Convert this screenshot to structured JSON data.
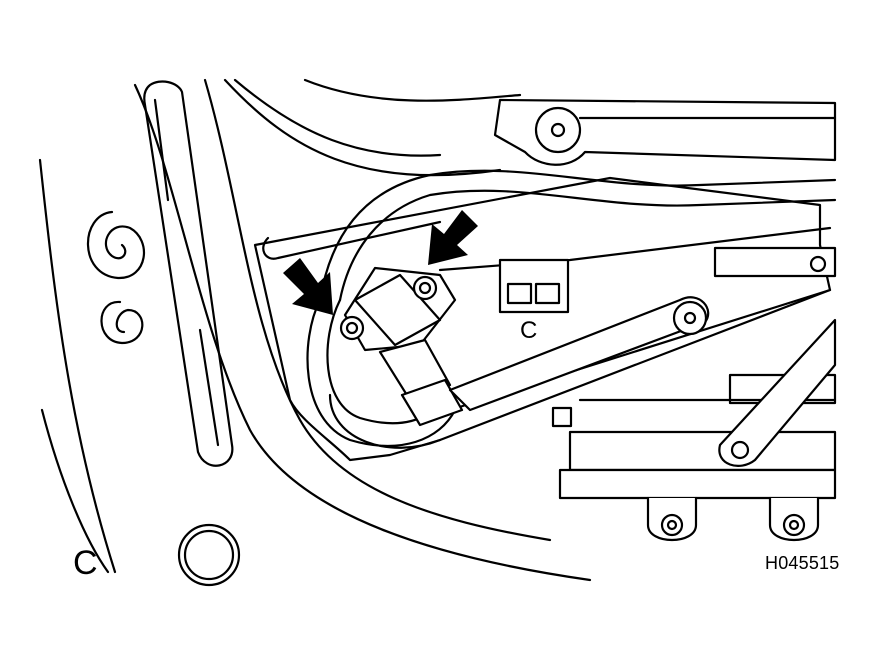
{
  "figure": {
    "code": "H045515",
    "labels": [
      {
        "id": "c-left",
        "text": "C"
      },
      {
        "id": "c-center",
        "text": "C"
      }
    ],
    "arrow_count": 2
  }
}
